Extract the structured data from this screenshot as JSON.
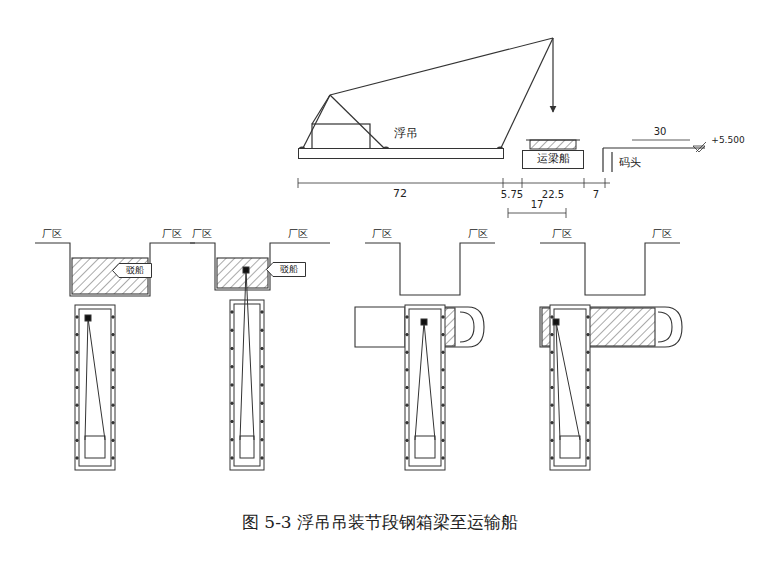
{
  "diagram": {
    "caption": "图 5-3 浮吊吊装节段钢箱梁至运输船",
    "nodes": [
      {
        "text": [
          "浮吊"
        ]
      },
      {
        "text": [
          "运梁船"
        ]
      },
      {
        "text": [
          "驳船"
        ]
      },
      {
        "text": [
          "驳船"
        ]
      }
    ],
    "labels": [
      "72",
      "5.75",
      "22.5",
      "7",
      "17",
      "30",
      "+5.500",
      "码头",
      "厂区",
      "厂区",
      "厂区",
      "厂区",
      "厂区",
      "厂区",
      "厂区",
      "厂区"
    ]
  }
}
